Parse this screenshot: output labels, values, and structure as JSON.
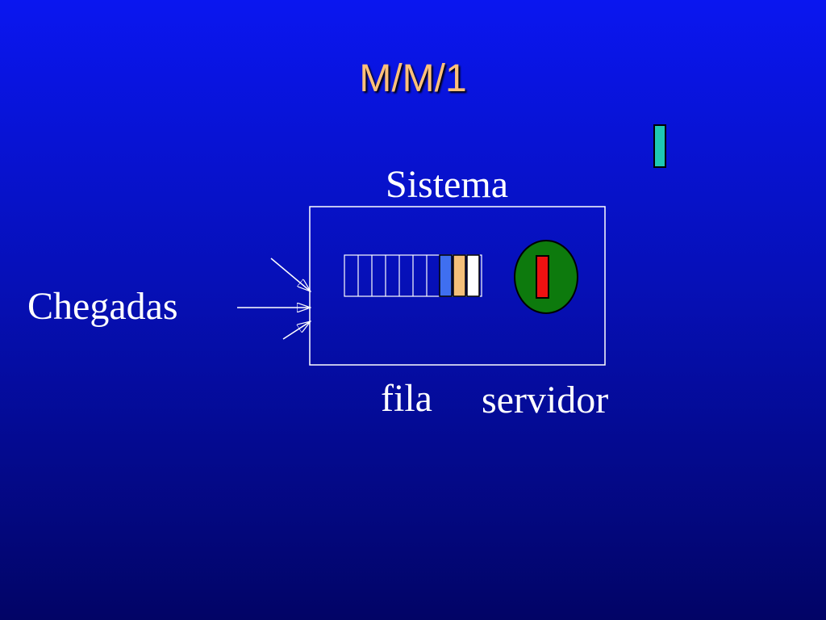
{
  "title": "M/M/1",
  "labels": {
    "sistema": "Sistema",
    "chegadas": "Chegadas",
    "fila": "fila",
    "servidor": "servidor"
  },
  "colors": {
    "title": "#ffc07a",
    "outline": "#ffffff",
    "arriving_customer": "#1ec8b4",
    "queue_customers": [
      "#3f6ff0",
      "#f4bf7a",
      "#ffffff"
    ],
    "server": "#0d7a0d",
    "customer_in_service": "#ee1111"
  },
  "queue": {
    "slots": 10,
    "customers_waiting": 3
  },
  "arrival_arrows": 3
}
